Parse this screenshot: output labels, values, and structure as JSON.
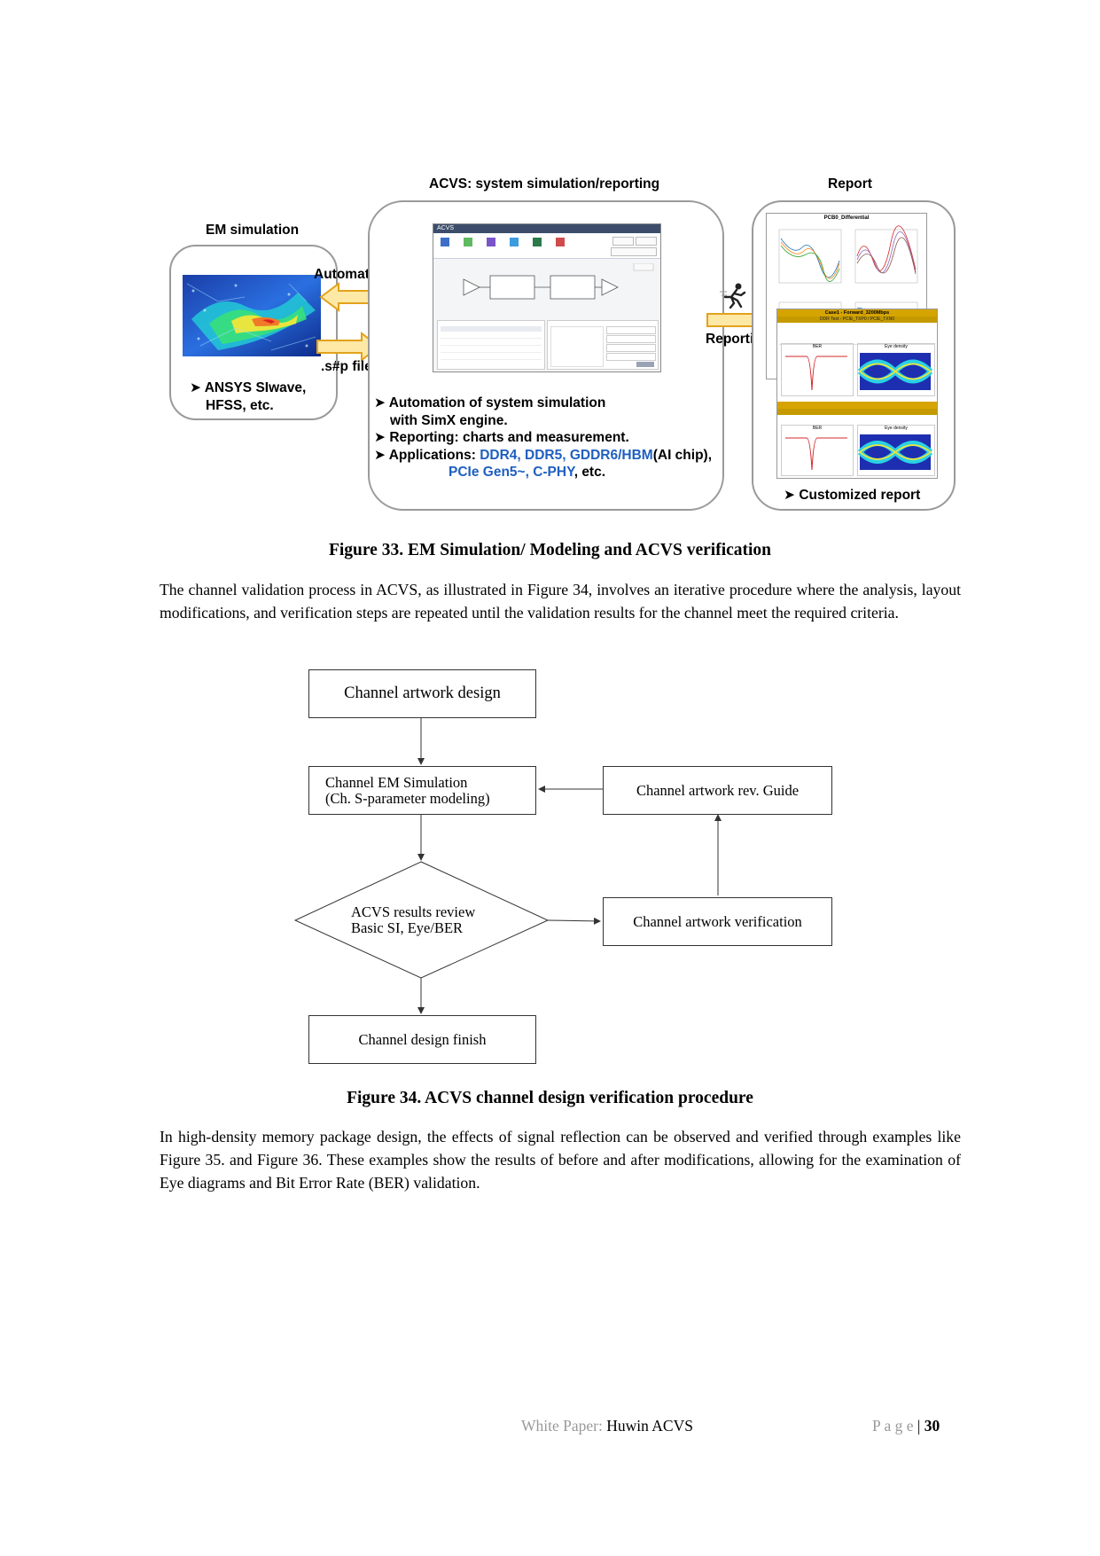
{
  "figure33": {
    "acvs_heading": "ACVS: system simulation/reporting",
    "report_heading": "Report",
    "em_heading": "EM simulation",
    "automation_label": "Automation",
    "sp_files_label": ".s#p files",
    "reporting_label": "Reporting",
    "em_bullet": [
      "ANSYS SIwave,",
      "HFSS, etc."
    ],
    "acvs_bullets": {
      "b1_line1": "Automation of system simulation",
      "b1_line2": "with SimX engine.",
      "b2": "Reporting: charts and measurement.",
      "b3_prefix": "Applications: ",
      "b3_blue": "DDR4, DDR5, GDDR6/HBM",
      "b3_suffix": "(AI chip),",
      "b3_line2_blue": "PCIe Gen5~, C-PHY",
      "b3_line2_suffix": ", etc."
    },
    "report_bullet": "Customized report",
    "screenshot": {
      "app_title": "ACVS",
      "report_title": "PCB0_Differential",
      "report_card_title": "Case1 - Forward_3200Mbps",
      "report_card_sub": "DDR Test - PCIE_TXP0 / PCIE_TXN0",
      "ber_label": "BER",
      "eye_label": "Eye density"
    },
    "colors": {
      "arrow_fill": "#fde8a6",
      "arrow_stroke": "#e2a21b",
      "blue_text": "#1f5fbf",
      "report_banner": "#d6a400"
    },
    "caption": "Figure 33. EM Simulation/ Modeling and ACVS verification"
  },
  "paragraph1": "The channel validation process in ACVS, as illustrated in Figure 34, involves an iterative procedure where the analysis, layout modifications, and verification steps are repeated until the validation results for the channel meet the required criteria.",
  "figure34": {
    "box_artwork_design": "Channel artwork design",
    "box_em_line1": "Channel EM Simulation",
    "box_em_line2": "(Ch. S-parameter modeling)",
    "diamond_line1": "ACVS results review",
    "diamond_line2": "Basic SI, Eye/BER",
    "box_rev_guide": "Channel artwork rev. Guide",
    "box_verification": "Channel artwork verification",
    "box_finish": "Channel design finish",
    "caption": "Figure 34. ACVS channel design verification procedure"
  },
  "paragraph2": "In high-density memory package design, the effects of signal reflection can be observed and verified through examples like Figure 35. and Figure 36. These examples show the results of before and after modifications, allowing for the examination of Eye diagrams and Bit Error Rate (BER) validation.",
  "footer": {
    "left_gray": "White Paper: ",
    "left_black": "Huwin ACVS",
    "page_label": "P a g e",
    "page_separator": "|",
    "page_number": "30"
  }
}
